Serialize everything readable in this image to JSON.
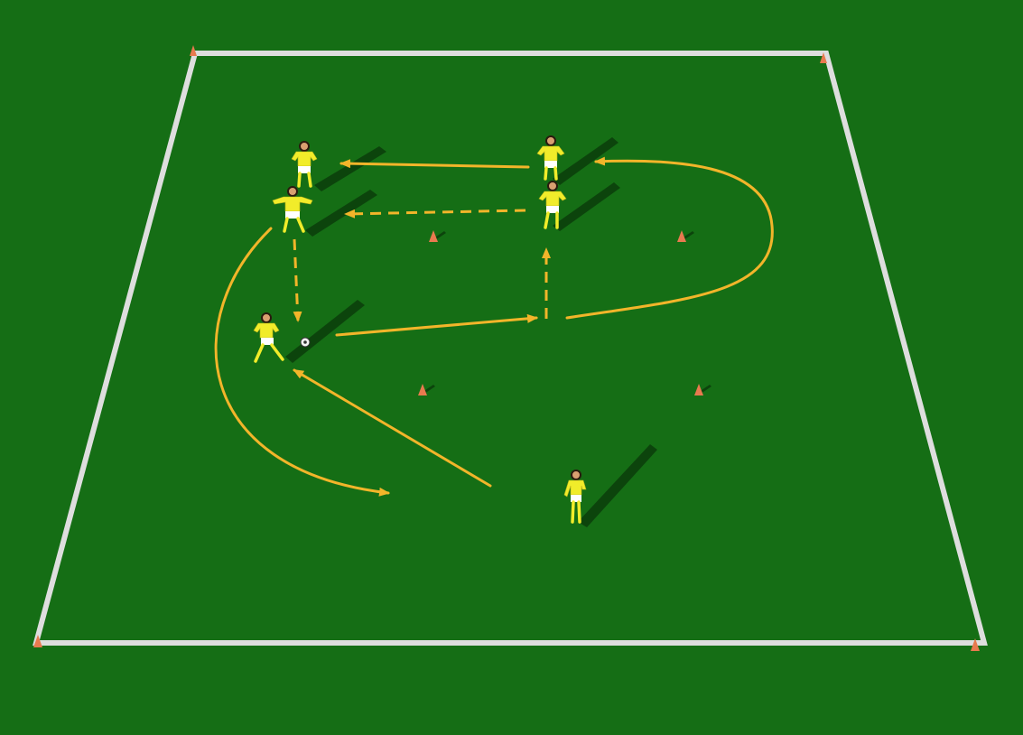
{
  "colors": {
    "grass": "#156e15",
    "boundary_line": "#dedede",
    "run_path": "#f2b52a",
    "cone": "#e87a4f",
    "jersey": "#f1ec2a",
    "shorts": "#ffffff",
    "skin": "#d9a070",
    "shadow": "#0b3d0b"
  },
  "diagram": {
    "type": "soccer-drill",
    "players": [
      {
        "id": "p1",
        "role": "player-top-left-rear"
      },
      {
        "id": "p2",
        "role": "player-top-left-front"
      },
      {
        "id": "p3",
        "role": "player-top-right-rear"
      },
      {
        "id": "p4",
        "role": "player-top-right-front"
      },
      {
        "id": "p5",
        "role": "player-with-ball-left"
      },
      {
        "id": "p6",
        "role": "player-bottom-center"
      }
    ],
    "cones": [
      "corner-top-left",
      "corner-top-right",
      "corner-bottom-left",
      "corner-bottom-right",
      "inner-top-left",
      "inner-top-right",
      "inner-bottom-left",
      "inner-bottom-right"
    ],
    "paths": [
      {
        "kind": "run",
        "style": "solid"
      },
      {
        "kind": "pass",
        "style": "dashed"
      }
    ]
  }
}
